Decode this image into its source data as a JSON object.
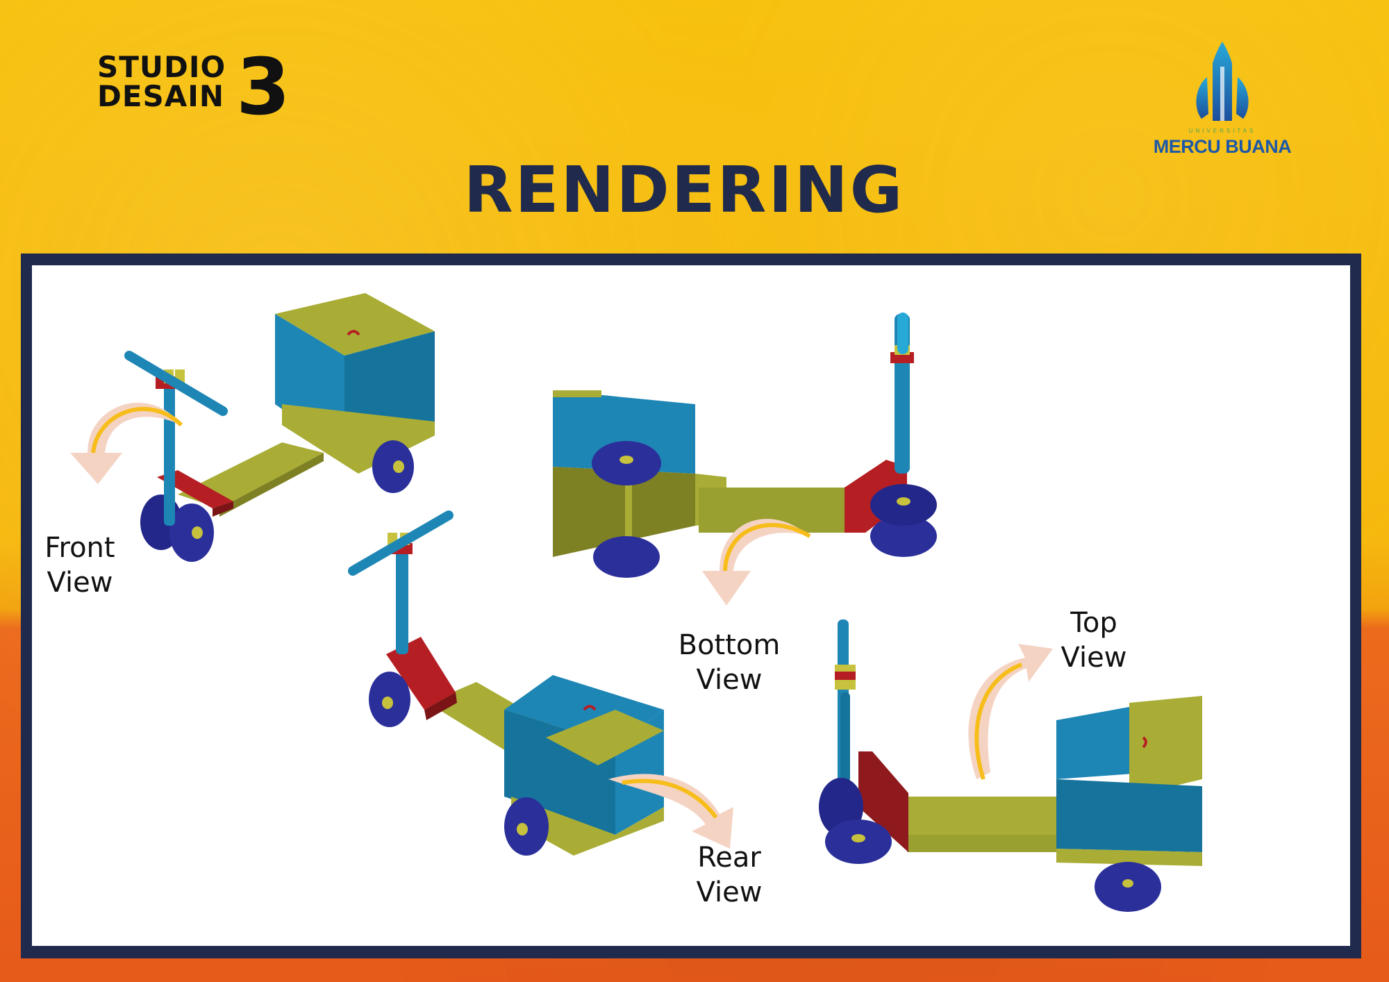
{
  "header": {
    "studio_line1": "STUDIO",
    "studio_line2": "DESAIN",
    "studio_number": "3",
    "title": "RENDERING"
  },
  "logo": {
    "subtext": "UNIVERSITAS",
    "name": "MERCU BUANA"
  },
  "views": {
    "front": [
      "Front",
      "View"
    ],
    "bottom": [
      "Bottom",
      "View"
    ],
    "rear": [
      "Rear",
      "View"
    ],
    "top": [
      "Top",
      "View"
    ]
  },
  "colors": {
    "background_yellow": "#f7c10e",
    "background_orange": "#e65a1a",
    "frame_navy": "#1f2a4d",
    "model_blue": "#1e86b5",
    "model_olive": "#a9ad35",
    "model_red": "#b51f24",
    "wheel_navy": "#2b2f9a",
    "arrow_peach": "#f4d3c3",
    "arrow_gold": "#f7bd1a"
  }
}
